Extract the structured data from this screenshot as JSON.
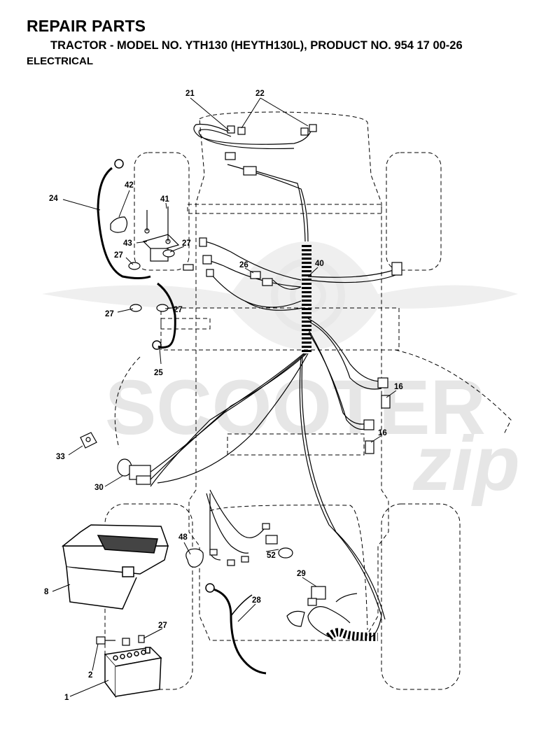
{
  "header": {
    "title": "REPAIR PARTS",
    "subtitle": "TRACTOR - MODEL NO. YTH130 (HEYTH130L), PRODUCT NO. 954 17 00-26",
    "section": "ELECTRICAL"
  },
  "watermark": {
    "brand": "SCOOTER",
    "script": "zip",
    "color": "#e6e6e6"
  },
  "callouts": [
    {
      "id": "c21",
      "label": "21"
    },
    {
      "id": "c22",
      "label": "22"
    },
    {
      "id": "c24",
      "label": "24"
    },
    {
      "id": "c42",
      "label": "42"
    },
    {
      "id": "c41",
      "label": "41"
    },
    {
      "id": "c43",
      "label": "43"
    },
    {
      "id": "c27a",
      "label": "27"
    },
    {
      "id": "c27b",
      "label": "27"
    },
    {
      "id": "c27c",
      "label": "27"
    },
    {
      "id": "c27d",
      "label": "27"
    },
    {
      "id": "c26",
      "label": "26"
    },
    {
      "id": "c40",
      "label": "40"
    },
    {
      "id": "c25",
      "label": "25"
    },
    {
      "id": "c16a",
      "label": "16"
    },
    {
      "id": "c16b",
      "label": "16"
    },
    {
      "id": "c33",
      "label": "33"
    },
    {
      "id": "c30",
      "label": "30"
    },
    {
      "id": "c48",
      "label": "48"
    },
    {
      "id": "c52",
      "label": "52"
    },
    {
      "id": "c8",
      "label": "8"
    },
    {
      "id": "c29",
      "label": "29"
    },
    {
      "id": "c28",
      "label": "28"
    },
    {
      "id": "c27e",
      "label": "27"
    },
    {
      "id": "c2",
      "label": "2"
    },
    {
      "id": "c1",
      "label": "1"
    }
  ]
}
